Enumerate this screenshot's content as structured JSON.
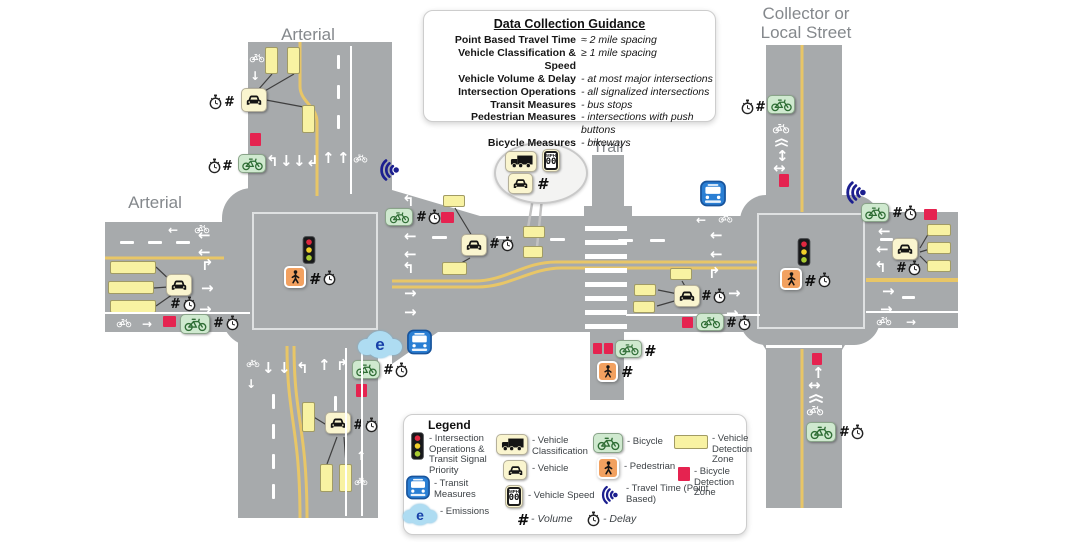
{
  "road_labels": {
    "arterial_north": "Arterial",
    "arterial_west": "Arterial",
    "collector_line1": "Collector or",
    "collector_line2": "Local Street",
    "trail": "Trail"
  },
  "guidance": {
    "title": "Data Collection Guidance",
    "rows": [
      {
        "label": "Point Based Travel Time",
        "value": "≈ 2 mile spacing"
      },
      {
        "label": "Vehicle Classification & Speed",
        "value": "≥ 1 mile spacing"
      },
      {
        "label": "Vehicle Volume & Delay",
        "value": "- at most major intersections"
      },
      {
        "label": "Intersection Operations",
        "value": "- all signalized intersections"
      },
      {
        "label": "Transit Measures",
        "value": "- bus stops"
      },
      {
        "label": "Pedestrian Measures",
        "value": "- intersections with push buttons"
      },
      {
        "label": "Bicycle Measures",
        "value": "- bikeways"
      }
    ]
  },
  "legend": {
    "title": "Legend",
    "items": [
      {
        "icon": "traffic-signal-icon",
        "label": "- Intersection Operations & Transit Signal Priority"
      },
      {
        "icon": "bus-icon",
        "label": "- Transit Measures"
      },
      {
        "icon": "emissions-icon",
        "label": "- Emissions"
      },
      {
        "icon": "truck-icon",
        "label": "- Vehicle Classification"
      },
      {
        "icon": "car-icon",
        "label": "- Vehicle"
      },
      {
        "icon": "speed-icon",
        "label": "- Vehicle Speed"
      },
      {
        "icon": "bicycle-icon",
        "label": "- Bicycle"
      },
      {
        "icon": "pedestrian-icon",
        "label": "- Pedestrian"
      },
      {
        "icon": "travel-time-icon",
        "label": "- Travel Time (Point Based)"
      },
      {
        "icon": "vehicle-detection-zone",
        "label": "- Vehicle Detection Zone"
      },
      {
        "icon": "bicycle-detection-zone",
        "label": "- Bicycle Detection Zone"
      },
      {
        "icon": "volume-glyph",
        "label": "- Volume"
      },
      {
        "icon": "delay-icon",
        "label": "- Delay"
      }
    ]
  },
  "glyphs": {
    "volume": "#",
    "speed_unit": "MPH",
    "speed_value": "00",
    "emissions": "e",
    "arrow_left": "←",
    "arrow_right": "→",
    "arrow_up": "↑",
    "arrow_down": "↓",
    "turn_up_left": "↰",
    "turn_up_right": "↱",
    "turn_down_left": "↲",
    "arrow_updown": "↕",
    "arrow_leftright": "↔"
  },
  "colors": {
    "road_gray": "#a7aaac",
    "lane_yellow": "#e8c667",
    "vehicle_zone_yellow": "#f8f2a2",
    "bicycle_zone_red": "#e52350",
    "bicycle_green": "#cfe9cf",
    "pedestrian_orange": "#f2a160",
    "transit_blue": "#2a7fd4",
    "travel_time_blue": "#1c1f8f",
    "emissions_blue": "#aedcf2"
  }
}
